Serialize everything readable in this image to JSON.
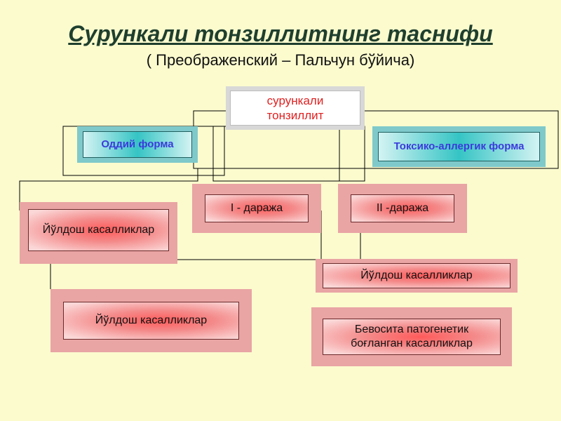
{
  "title": "Сурункали тонзиллитнинг таснифи",
  "subtitle": "( Преображенский – Пальчун бўйича)",
  "nodes": {
    "root": "сурункали тонзиллит",
    "simple": "Оддий форма",
    "toxic": "Токсико-аллергик форма",
    "degree1": "I - даража",
    "degree2": "II -даража",
    "comorbid_left": "Йўлдош касалликлар",
    "comorbid_middle": "Йўлдош касалликлар",
    "comorbid_lower": "Йўлдош касалликлар",
    "pathogenetic": "Бевосита патогенетик боғланган касалликлар"
  },
  "colors": {
    "background": "#fbfbce",
    "title": "#1f3f2e",
    "root_text": "#e02020",
    "simple_text": "#3b3bdc",
    "toxic_text": "#3b3bdc"
  }
}
